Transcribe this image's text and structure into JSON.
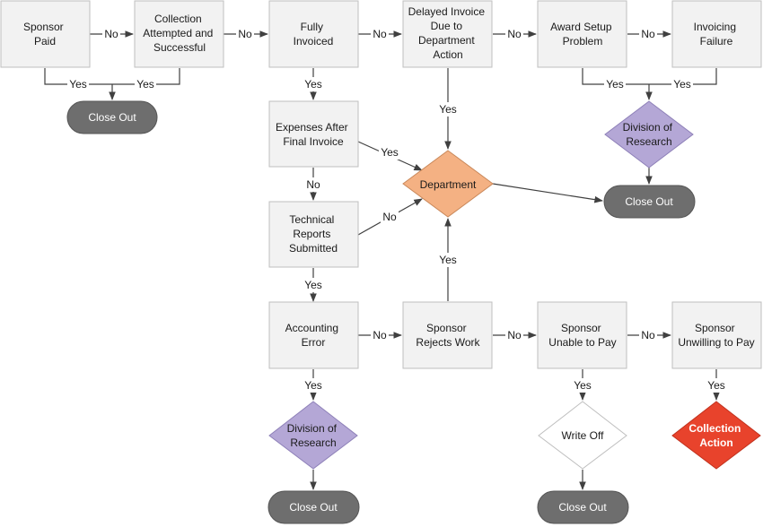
{
  "colors": {
    "box_fill": "#f2f2f2",
    "box_stroke": "#bfbfbf",
    "terminal_fill": "#6e6e6e",
    "department_fill": "#f4b183",
    "research_fill": "#b4a7d6",
    "write_off_fill": "#ffffff",
    "collection_fill": "#e8432c",
    "connector": "#404040"
  },
  "nodes": {
    "sponsor_paid": [
      "Sponsor",
      "Paid"
    ],
    "collection_attempted": [
      "Collection",
      "Attempted and",
      "Successful"
    ],
    "fully_invoiced": [
      "Fully",
      "Invoiced"
    ],
    "delayed_invoice": [
      "Delayed Invoice",
      "Due to",
      "Department",
      "Action"
    ],
    "award_setup": [
      "Award Setup",
      "Problem"
    ],
    "invoicing_failure": [
      "Invoicing",
      "Failure"
    ],
    "close_out_1": [
      "Close Out"
    ],
    "expenses_after": [
      "Expenses After",
      "Final Invoice"
    ],
    "department": [
      "Department"
    ],
    "division_research_1": [
      "Division of",
      "Research"
    ],
    "close_out_2": [
      "Close Out"
    ],
    "technical_reports": [
      "Technical",
      "Reports",
      "Submitted"
    ],
    "accounting_error": [
      "Accounting",
      "Error"
    ],
    "sponsor_rejects": [
      "Sponsor",
      "Rejects Work"
    ],
    "sponsor_unable": [
      "Sponsor",
      "Unable to Pay"
    ],
    "sponsor_unwilling": [
      "Sponsor",
      "Unwilling to Pay"
    ],
    "division_research_2": [
      "Division of",
      "Research"
    ],
    "write_off": [
      "Write Off"
    ],
    "collection_action": [
      "Collection",
      "Action"
    ],
    "close_out_3": [
      "Close Out"
    ],
    "close_out_4": [
      "Close Out"
    ]
  },
  "edges": {
    "no": "No",
    "yes": "Yes"
  }
}
